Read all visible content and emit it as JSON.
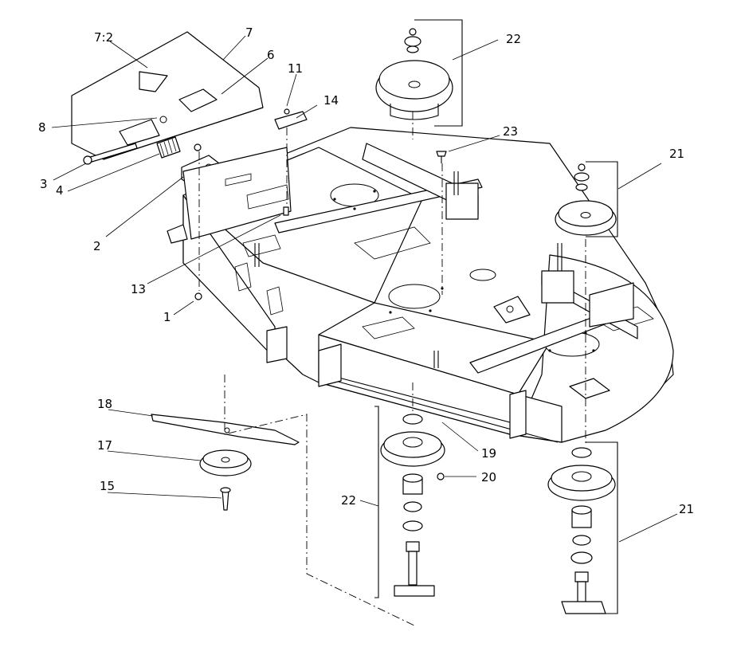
{
  "callouts": [
    {
      "id": "c1",
      "label": "1"
    },
    {
      "id": "c2",
      "label": "2"
    },
    {
      "id": "c3",
      "label": "3"
    },
    {
      "id": "c4",
      "label": "4"
    },
    {
      "id": "c6",
      "label": "6"
    },
    {
      "id": "c7",
      "label": "7"
    },
    {
      "id": "c72",
      "label": "7:2"
    },
    {
      "id": "c8",
      "label": "8"
    },
    {
      "id": "c11",
      "label": "11"
    },
    {
      "id": "c13",
      "label": "13"
    },
    {
      "id": "c14",
      "label": "14"
    },
    {
      "id": "c15",
      "label": "15"
    },
    {
      "id": "c17",
      "label": "17"
    },
    {
      "id": "c18",
      "label": "18"
    },
    {
      "id": "c19",
      "label": "19"
    },
    {
      "id": "c20",
      "label": "20"
    },
    {
      "id": "c21a",
      "label": "21"
    },
    {
      "id": "c21b",
      "label": "21"
    },
    {
      "id": "c22a",
      "label": "22"
    },
    {
      "id": "c22b",
      "label": "22"
    },
    {
      "id": "c23",
      "label": "23"
    }
  ]
}
